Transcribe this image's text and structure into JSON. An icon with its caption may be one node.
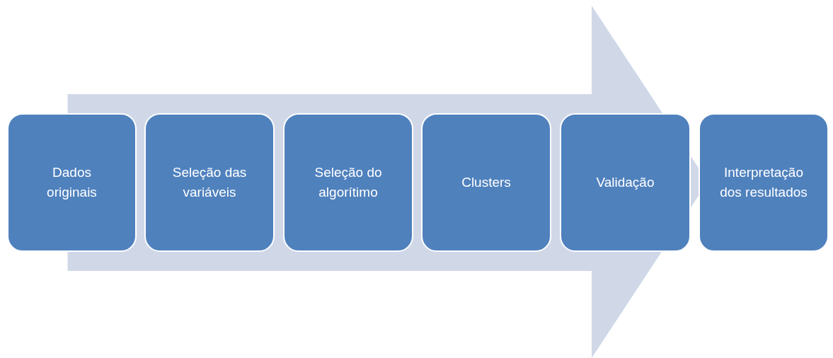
{
  "diagram": {
    "nodes": [
      {
        "text": [
          "Dados originais"
        ]
      },
      {
        "text": [
          "Seleção das variáveis"
        ]
      },
      {
        "text": [
          "Seleção do algorítimo"
        ]
      },
      {
        "text": [
          "Clusters"
        ]
      },
      {
        "text": [
          "Validação"
        ]
      },
      {
        "text": [
          "Interpretação dos resultados"
        ]
      }
    ],
    "edges": [
      {
        "from": 0,
        "to": 5,
        "arrow": "to"
      }
    ]
  }
}
